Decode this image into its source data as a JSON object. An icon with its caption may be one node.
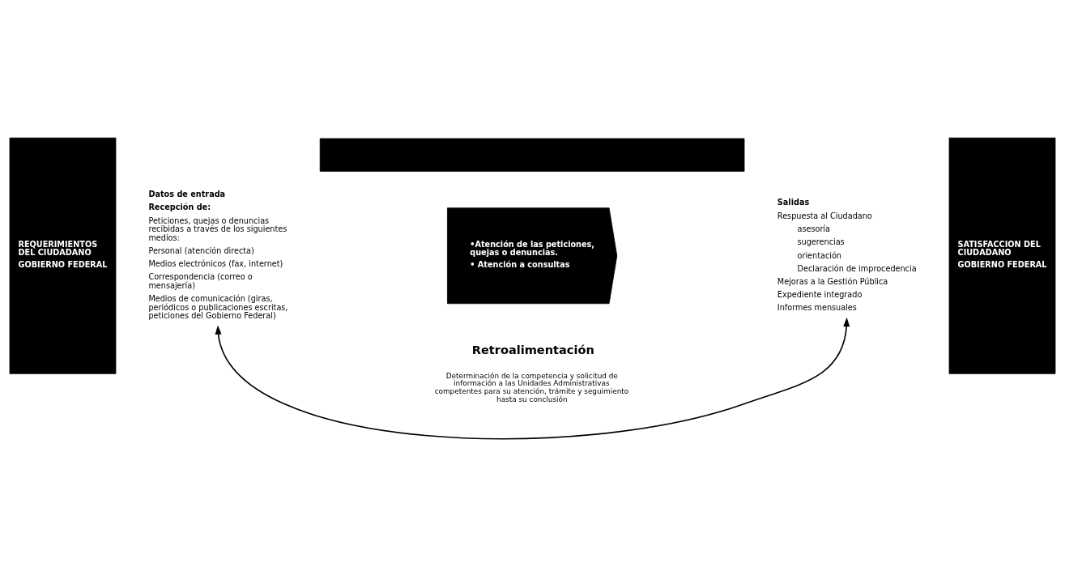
{
  "diagram": {
    "nodes": [
      {
        "text": [],
        "shape": "bar"
      },
      {
        "text": [
          "REQUERIMIENTOS DEL CIUDADANO",
          "GOBIERNO FEDERAL"
        ]
      },
      {
        "text": [
          "Datos de entrada",
          "Recepción de:",
          "Peticiones, quejas o denuncias recibidas a través de los siguientes medios:",
          "Personal (atención directa)",
          "Medios electrónicos (fax, internet)",
          "Correspondencia (correo o mensajería)",
          "Medios de comunicación (giras, periódicos o publicaciones escritas, peticiones del Gobierno Federal)"
        ]
      },
      {
        "text": [
          "•Atención de las peticiones, quejas o denuncias.",
          "• Atención a consultas"
        ]
      },
      {
        "text": [
          "Salidas",
          "Respuesta al Ciudadano",
          "asesoría",
          "sugerencias",
          "orientación",
          "Declaración de improcedencia",
          "Mejoras a la Gestión Pública",
          "Expediente integrado",
          "Informes mensuales"
        ]
      },
      {
        "text": [
          "SATISFACCION DEL CIUDADANO",
          "GOBIERNO FEDERAL"
        ]
      }
    ],
    "edges": [
      {
        "from": 2,
        "to": 4,
        "arrow": "both",
        "label": "Determinación de la competencia y solicitud de información a las Unidades Administrativas competentes para su atención, trámite y seguimiento hasta su conclusión"
      }
    ],
    "labels": [
      "Retroalimentación"
    ]
  }
}
